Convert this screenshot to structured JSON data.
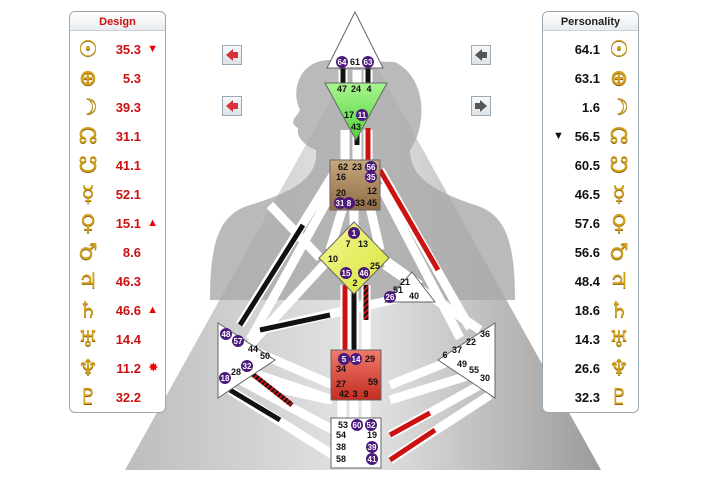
{
  "design": {
    "title": "Design",
    "rows": [
      {
        "planet": "sun-icon",
        "glyph": "☉",
        "value": "35.3",
        "marker": "▼"
      },
      {
        "planet": "earth-icon",
        "glyph": "⊕",
        "value": "5.3",
        "marker": ""
      },
      {
        "planet": "moon-icon",
        "glyph": "☽",
        "value": "39.3",
        "marker": ""
      },
      {
        "planet": "north-node-icon",
        "glyph": "☊",
        "value": "31.1",
        "marker": ""
      },
      {
        "planet": "south-node-icon",
        "glyph": "☋",
        "value": "41.1",
        "marker": ""
      },
      {
        "planet": "mercury-icon",
        "glyph": "☿",
        "value": "52.1",
        "marker": ""
      },
      {
        "planet": "venus-icon",
        "glyph": "♀",
        "value": "15.1",
        "marker": "▲"
      },
      {
        "planet": "mars-icon",
        "glyph": "♂",
        "value": "8.6",
        "marker": ""
      },
      {
        "planet": "jupiter-icon",
        "glyph": "♃",
        "value": "46.3",
        "marker": ""
      },
      {
        "planet": "saturn-icon",
        "glyph": "♄",
        "value": "46.6",
        "marker": "▲"
      },
      {
        "planet": "uranus-icon",
        "glyph": "♅",
        "value": "14.4",
        "marker": ""
      },
      {
        "planet": "neptune-icon",
        "glyph": "♆",
        "value": "11.2",
        "marker": "✸"
      },
      {
        "planet": "pluto-icon",
        "glyph": "♇",
        "value": "32.2",
        "marker": ""
      }
    ]
  },
  "personality": {
    "title": "Personality",
    "rows": [
      {
        "planet": "sun-icon",
        "glyph": "☉",
        "value": "64.1",
        "marker": ""
      },
      {
        "planet": "earth-icon",
        "glyph": "⊕",
        "value": "63.1",
        "marker": ""
      },
      {
        "planet": "moon-icon",
        "glyph": "☽",
        "value": "1.6",
        "marker": ""
      },
      {
        "planet": "north-node-icon",
        "glyph": "☊",
        "value": "56.5",
        "marker": "▼"
      },
      {
        "planet": "south-node-icon",
        "glyph": "☋",
        "value": "60.5",
        "marker": ""
      },
      {
        "planet": "mercury-icon",
        "glyph": "☿",
        "value": "46.5",
        "marker": ""
      },
      {
        "planet": "venus-icon",
        "glyph": "♀",
        "value": "57.6",
        "marker": ""
      },
      {
        "planet": "mars-icon",
        "glyph": "♂",
        "value": "56.6",
        "marker": ""
      },
      {
        "planet": "jupiter-icon",
        "glyph": "♃",
        "value": "48.4",
        "marker": ""
      },
      {
        "planet": "saturn-icon",
        "glyph": "♄",
        "value": "18.6",
        "marker": ""
      },
      {
        "planet": "uranus-icon",
        "glyph": "♅",
        "value": "14.3",
        "marker": ""
      },
      {
        "planet": "neptune-icon",
        "glyph": "♆",
        "value": "26.6",
        "marker": ""
      },
      {
        "planet": "pluto-icon",
        "glyph": "♇",
        "value": "32.3",
        "marker": ""
      }
    ]
  },
  "colors": {
    "design_red": "#cc1111",
    "personality_black": "#111111",
    "glyph_gold": "#d4a11a",
    "head_center": "#ffffff",
    "ajna_center": "#7de26b",
    "throat_center": "#b08d62",
    "g_center": "#e8f060",
    "sacral_center": "#e0463c",
    "gate_circle": "#4b1a7a"
  },
  "bodygraph": {
    "gates": {
      "head": [
        "64",
        "61",
        "63"
      ],
      "ajna": [
        "47",
        "24",
        "4",
        "17",
        "11",
        "43"
      ],
      "throat": [
        "62",
        "23",
        "56",
        "16",
        "35",
        "20",
        "12",
        "31",
        "8",
        "33",
        "45"
      ],
      "g": [
        "1",
        "7",
        "13",
        "10",
        "25",
        "15",
        "46",
        "2"
      ],
      "ego": [
        "21",
        "51",
        "26",
        "40"
      ],
      "spleen": [
        "48",
        "57",
        "44",
        "50",
        "32",
        "28",
        "18"
      ],
      "sacral": [
        "5",
        "14",
        "29",
        "34",
        "27",
        "59",
        "42",
        "3",
        "9"
      ],
      "solar_plexus": [
        "36",
        "22",
        "6",
        "37",
        "49",
        "55",
        "30"
      ],
      "root": [
        "53",
        "60",
        "52",
        "54",
        "19",
        "38",
        "39",
        "58",
        "41"
      ]
    }
  }
}
